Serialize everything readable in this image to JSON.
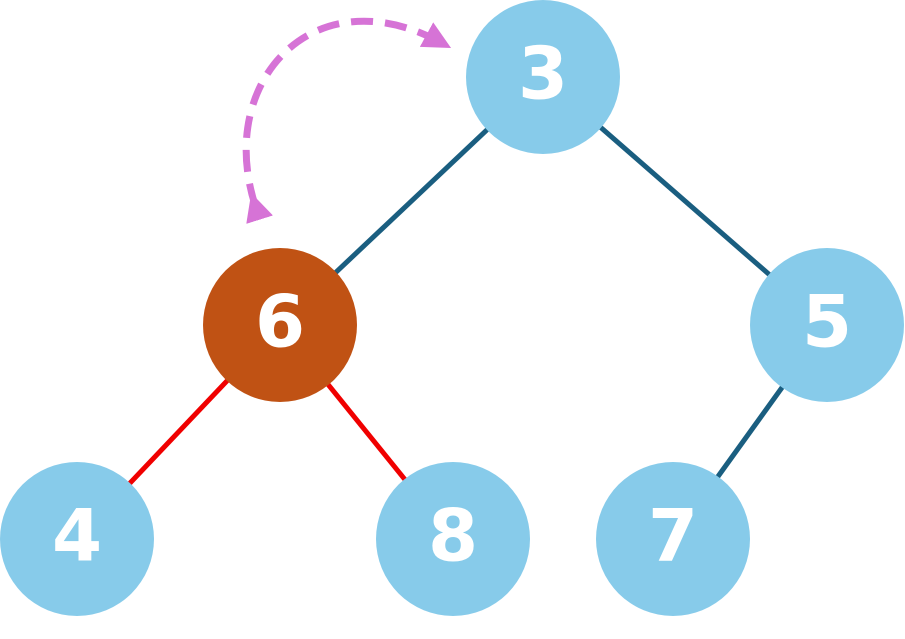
{
  "colors": {
    "node_default": "#87cbea",
    "node_highlight": "#c05214",
    "edge_default": "#1a5e80",
    "edge_highlight": "#f00000",
    "swap_arrow": "#d673d6",
    "label": "#ffffff"
  },
  "nodes": [
    {
      "id": "n3",
      "label": "3",
      "highlighted": false
    },
    {
      "id": "n6",
      "label": "6",
      "highlighted": true
    },
    {
      "id": "n5",
      "label": "5",
      "highlighted": false
    },
    {
      "id": "n4",
      "label": "4",
      "highlighted": false
    },
    {
      "id": "n8",
      "label": "8",
      "highlighted": false
    },
    {
      "id": "n7",
      "label": "7",
      "highlighted": false
    }
  ],
  "edges": [
    {
      "from": "n3",
      "to": "n6",
      "highlighted": false
    },
    {
      "from": "n3",
      "to": "n5",
      "highlighted": false
    },
    {
      "from": "n6",
      "to": "n4",
      "highlighted": true
    },
    {
      "from": "n6",
      "to": "n8",
      "highlighted": true
    },
    {
      "from": "n5",
      "to": "n7",
      "highlighted": false
    }
  ],
  "swap_arrow": {
    "between": [
      "n6",
      "n3"
    ],
    "style": "dashed",
    "bidirectional": true
  }
}
